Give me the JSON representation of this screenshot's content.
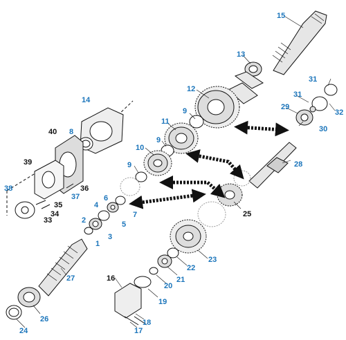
{
  "colors": {
    "label_blue": "#1b75bb",
    "label_black": "#111111",
    "line": "#111111",
    "shade": "#cfcfcf",
    "light": "#eeeeee"
  },
  "parts": [
    {
      "number": "1",
      "color": "blue"
    },
    {
      "number": "2",
      "color": "blue"
    },
    {
      "number": "3",
      "color": "blue"
    },
    {
      "number": "4",
      "color": "blue"
    },
    {
      "number": "5",
      "color": "blue"
    },
    {
      "number": "6",
      "color": "blue"
    },
    {
      "number": "7",
      "color": "blue"
    },
    {
      "number": "8",
      "color": "blue"
    },
    {
      "number": "9",
      "color": "blue"
    },
    {
      "number": "9",
      "color": "blue"
    },
    {
      "number": "9",
      "color": "blue"
    },
    {
      "number": "10",
      "color": "blue"
    },
    {
      "number": "11",
      "color": "blue"
    },
    {
      "number": "12",
      "color": "blue"
    },
    {
      "number": "13",
      "color": "blue"
    },
    {
      "number": "14",
      "color": "blue"
    },
    {
      "number": "15",
      "color": "blue"
    },
    {
      "number": "16",
      "color": "black"
    },
    {
      "number": "17",
      "color": "blue"
    },
    {
      "number": "18",
      "color": "blue"
    },
    {
      "number": "19",
      "color": "blue"
    },
    {
      "number": "20",
      "color": "blue"
    },
    {
      "number": "21",
      "color": "blue"
    },
    {
      "number": "22",
      "color": "blue"
    },
    {
      "number": "23",
      "color": "blue"
    },
    {
      "number": "24",
      "color": "blue"
    },
    {
      "number": "25",
      "color": "black"
    },
    {
      "number": "26",
      "color": "blue"
    },
    {
      "number": "27",
      "color": "blue"
    },
    {
      "number": "28",
      "color": "blue"
    },
    {
      "number": "29",
      "color": "blue"
    },
    {
      "number": "30",
      "color": "blue"
    },
    {
      "number": "31",
      "color": "blue"
    },
    {
      "number": "31",
      "color": "blue"
    },
    {
      "number": "32",
      "color": "blue"
    },
    {
      "number": "33",
      "color": "black"
    },
    {
      "number": "34",
      "color": "black"
    },
    {
      "number": "35",
      "color": "black"
    },
    {
      "number": "36",
      "color": "black"
    },
    {
      "number": "37",
      "color": "blue"
    },
    {
      "number": "38",
      "color": "blue"
    },
    {
      "number": "39",
      "color": "black"
    },
    {
      "number": "40",
      "color": "black"
    }
  ]
}
